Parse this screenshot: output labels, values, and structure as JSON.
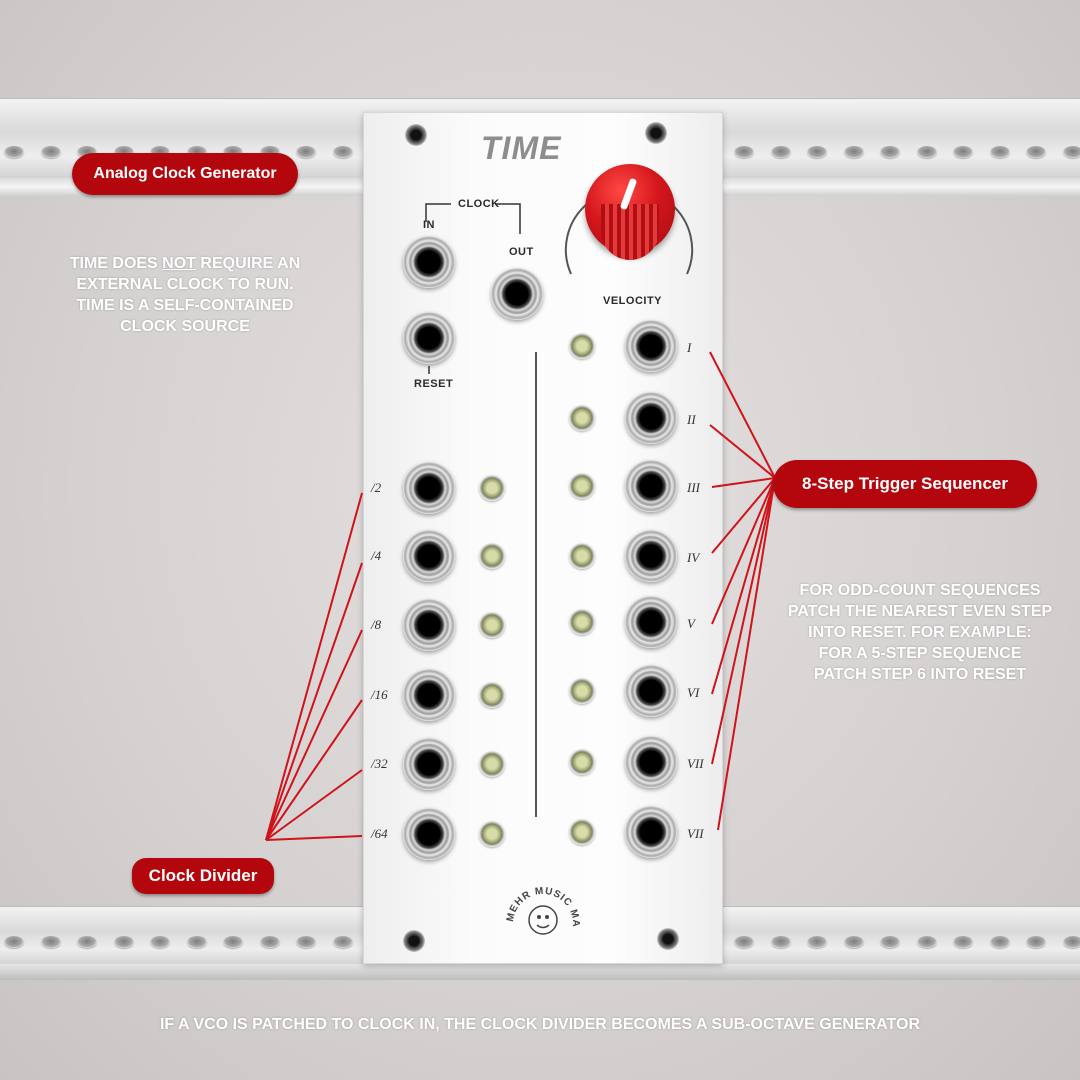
{
  "module": {
    "title": "TIME",
    "clock_label": "CLOCK",
    "in_label": "IN",
    "out_label": "OUT",
    "reset_label": "RESET",
    "velocity_label": "VELOCITY",
    "knob_color": "#c8141a",
    "divider_labels": [
      "/2",
      "/4",
      "/8",
      "/16",
      "/32",
      "/64"
    ],
    "step_labels": [
      "I",
      "II",
      "III",
      "IV",
      "V",
      "VI",
      "VII",
      "VII"
    ],
    "brand": "MEHR MUSIC MACHINES"
  },
  "annotations": {
    "analog_clock": "Analog Clock Generator",
    "trigger_sequencer": "8-Step Trigger Sequencer",
    "clock_divider": "Clock Divider",
    "note_time_line1_a": "TIME DOES ",
    "note_time_line1_b": "NOT",
    "note_time_line1_c": " REQUIRE AN",
    "note_time_line2": "EXTERNAL CLOCK TO RUN.",
    "note_time_line3": "TIME IS A SELF-CONTAINED",
    "note_time_line4": "CLOCK SOURCE",
    "note_odd_line1": "FOR ODD-COUNT SEQUENCES",
    "note_odd_line2": "PATCH THE NEAREST EVEN STEP",
    "note_odd_line3": "INTO RESET. FOR EXAMPLE:",
    "note_odd_line4": "FOR A 5-STEP SEQUENCE",
    "note_odd_line5": "PATCH STEP 6 INTO RESET",
    "note_vco": "IF A VCO IS PATCHED TO CLOCK IN, THE CLOCK DIVIDER BECOMES A SUB-OCTAVE GENERATOR"
  },
  "colors": {
    "accent_red": "#b3070d",
    "annotation_line": "#d0121a"
  }
}
